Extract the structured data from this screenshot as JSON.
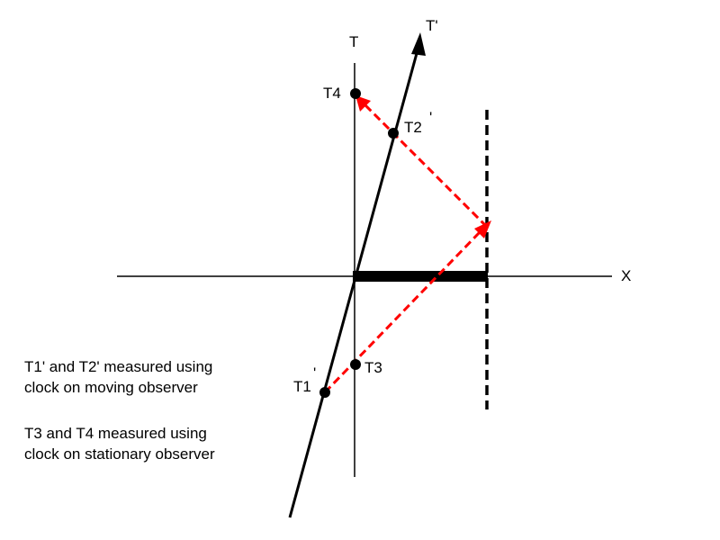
{
  "labels": {
    "t_axis": "T",
    "t_prime_axis": "T'",
    "x_axis": "X",
    "t1_prime": "T1",
    "t2_prime": "T2",
    "prime_mark": "'",
    "t3": "T3",
    "t4": "T4"
  },
  "captions": {
    "moving": {
      "line1": "T1' and T2' measured using",
      "line2": "clock on moving observer"
    },
    "stationary": {
      "line1": "T3 and T4 measured using",
      "line2": "clock on stationary observer"
    }
  },
  "colors": {
    "axes": "#000000",
    "light_path": "#ff0000",
    "rod": "#000000"
  }
}
